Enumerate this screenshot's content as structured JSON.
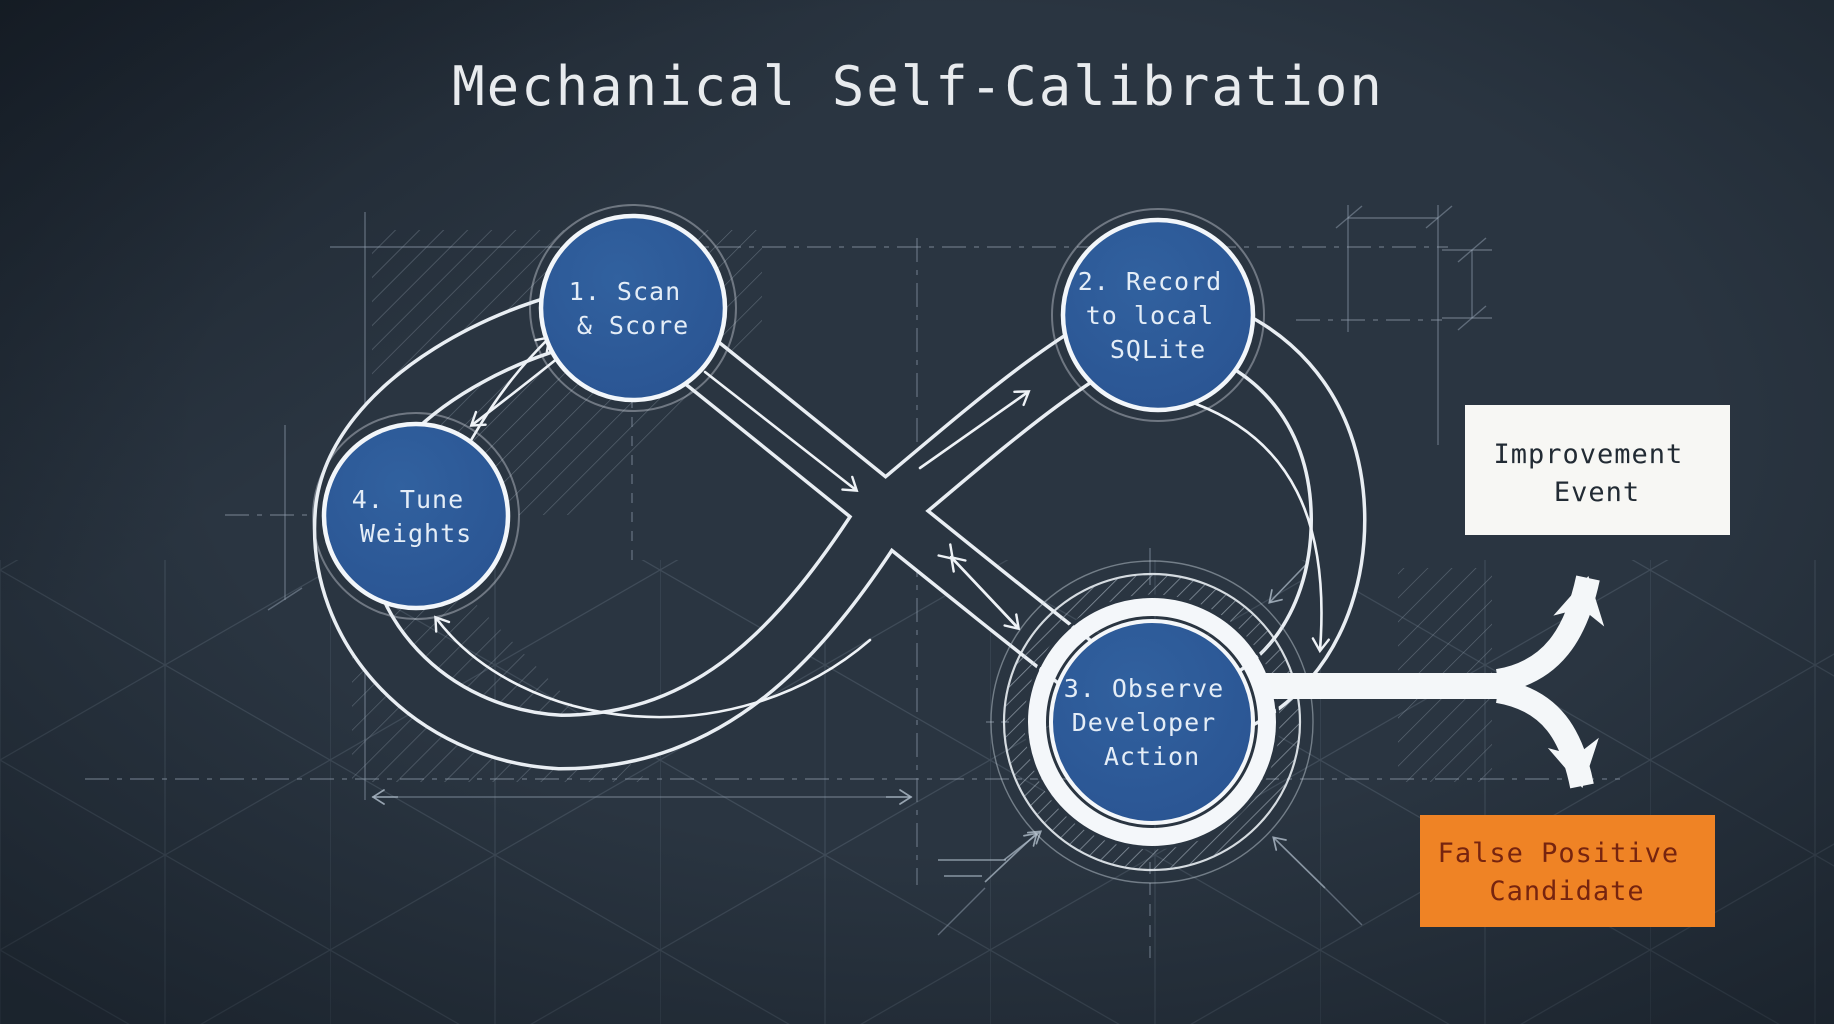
{
  "title": "Mechanical Self-Calibration",
  "diagram_type": "figure-eight self-calibration loop, blueprint style",
  "nodes": {
    "scan": {
      "lines": [
        "1. Scan",
        "& Score"
      ]
    },
    "record": {
      "lines": [
        "2. Record",
        "to local",
        "SQLite"
      ]
    },
    "observe": {
      "lines": [
        "3. Observe",
        "Developer",
        "Action"
      ]
    },
    "tune": {
      "lines": [
        "4. Tune",
        "Weights"
      ]
    }
  },
  "outcomes": {
    "improvement": {
      "lines": [
        "Improvement",
        "Event"
      ]
    },
    "false_positive": {
      "lines": [
        "False Positive",
        "Candidate"
      ]
    }
  },
  "colors": {
    "background": "#2a3541",
    "node_fill": "#2b5898",
    "node_border": "#f2f6fa",
    "ribbon_line": "#e9eef3",
    "construction_line": "#93a1b1",
    "improvement_box_bg": "#f7f7f4",
    "improvement_box_text": "#222b34",
    "false_positive_box_bg": "#ef8325",
    "false_positive_box_text": "#76240f",
    "title_text": "#e8ebee"
  }
}
